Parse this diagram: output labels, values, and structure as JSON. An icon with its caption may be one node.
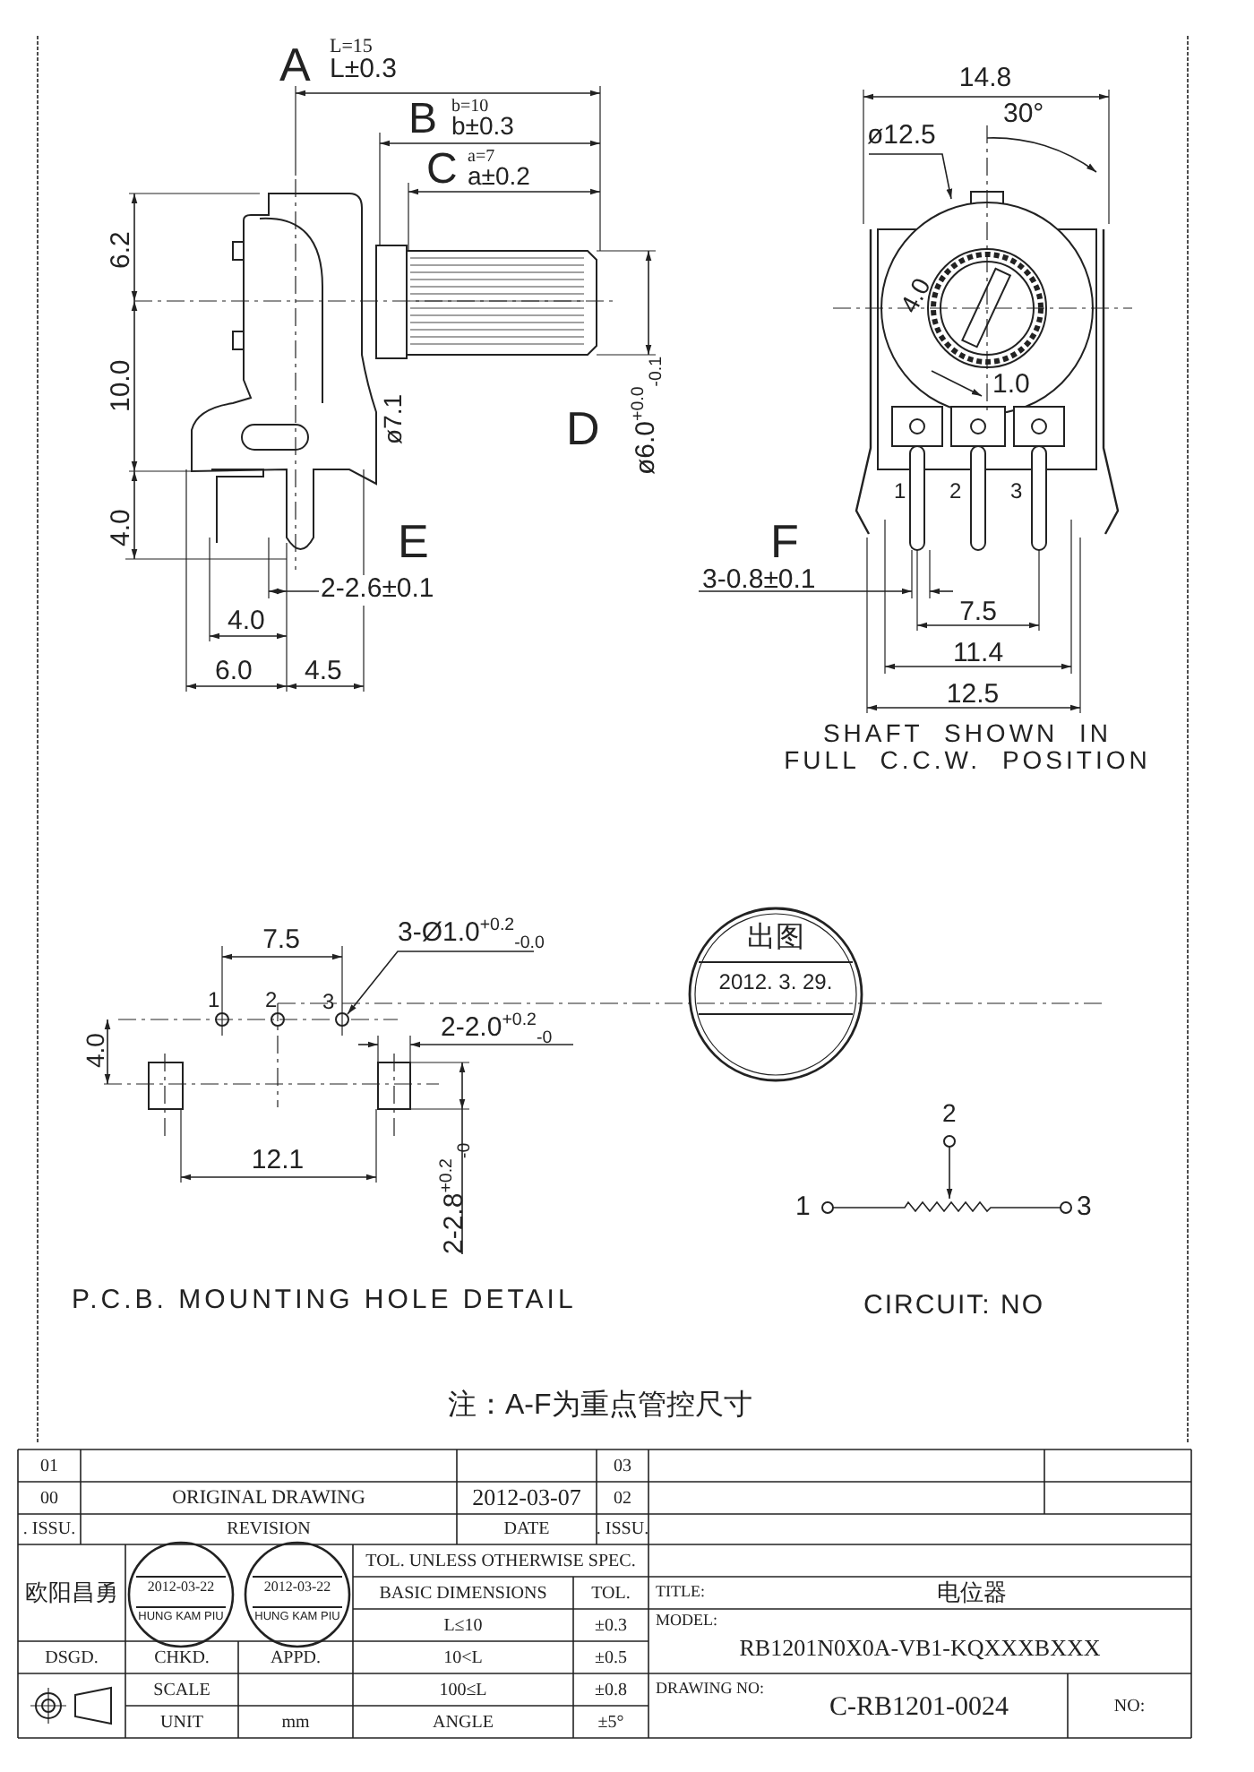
{
  "diagram": {
    "nodes": [
      {
        "text": [
          "3-Ø1.0$^{+0.2}$$_{-0.0}$"
        ]
      },
      {
        "text": [
          "ø12.5"
        ]
      },
      {
        "text": [],
        "shape": "circle"
      }
    ],
    "edges": [
      {
        "from": 0,
        "to": 2,
        "arrow": "to"
      },
      {
        "from": 1,
        "to": null,
        "arrow": "to"
      }
    ],
    "labels": [
      "A",
      "L=15",
      "L±0.3",
      "B",
      "b=10",
      "b±0.3",
      "C",
      "a=7",
      "a±0.2",
      "14.8",
      "30°",
      "6.2",
      "4.0",
      "10.0",
      "ø7.1",
      "D",
      "ø6.0$^{+0.0}$$_{-0.1}$",
      "1.0",
      "1",
      "2",
      "3",
      "4.0",
      "E",
      "2-2.6±0.1",
      "F",
      "3-0.8±0.1",
      "4.0",
      "7.5",
      "6.0",
      "4.5",
      "11.4",
      "12.5",
      "SHAFT SHOWN IN FULL C.C.W. POSITION",
      "7.5",
      "1",
      "2",
      "3",
      "2-2.0$^{+0.2}$$_{-0}$",
      "4.0",
      "12.1",
      "2-2.8$^{+0.2}$$_{-0}$",
      "出图",
      "2012. 3. 29.",
      "2",
      "1",
      "3",
      "P.C.B. MOUNTING HOLE DETAIL",
      "CIRCUIT: NO",
      "注：A-F为重点管控尺寸",
      "01",
      "03",
      "00",
      "ORIGINAL DRAWING",
      "2012-03-07",
      "02",
      ". ISSU.",
      "REVISION",
      "DATE",
      ". ISSU.",
      "欧阳昌勇",
      "2012-03-22",
      "HUNG KAM PIU",
      "2012-03-22",
      "HUNG KAM PIU",
      "TOL. UNLESS OTHERWISE SPEC.",
      "BASIC DIMENSIONS",
      "TOL.",
      "L≤10",
      "±0.3",
      "TITLE:",
      "电位器",
      "MODEL:",
      "RB1201N0X0A-VB1-KQXXXBXXX",
      "DSGD.",
      "CHKD.",
      "APPD.",
      "10<L",
      "±0.5",
      "SCALE",
      "100≤L",
      "±0.8",
      "DRAWING NO:",
      "C-RB1201-0024",
      "NO:",
      "UNIT",
      "mm",
      "ANGLE",
      "±5°"
    ]
  }
}
